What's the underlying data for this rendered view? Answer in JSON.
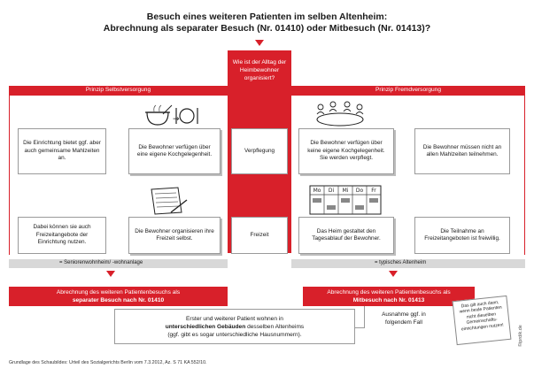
{
  "header": {
    "title_line1": "Besuch eines weiteren Patienten im selben Altenheim:",
    "title_line2": "Abrechnung als separater Besuch (Nr. 01410) oder Mitbesuch (Nr. 01413)?"
  },
  "center": {
    "question": "Wie ist der Alltag der Heimbewohner organisiert?",
    "row1": "Verpflegung",
    "row2": "Freizeit"
  },
  "left": {
    "header": "Prinzip Selbstversorgung",
    "outer1": "Die Einrichtung bietet ggf. aber auch gemeinsame Mahlzeiten an.",
    "inner1": "Die Bewohner verfügen über eine eigene Kochgelegenheit.",
    "outer2": "Dabei können sie auch Freizeitangebote der Einrichtung nutzen.",
    "inner2": "Die Bewohner organisieren ihre Freizeit selbst.",
    "band": "= Seniorenwohnheim/ -wohnanlage",
    "result_line1": "Abrechnung des weiteren Patientenbesuchs als",
    "result_line2": "separater Besuch nach Nr. 01410"
  },
  "right": {
    "header": "Prinzip Fremdversorgung",
    "inner1": "Die Bewohner verfügen über keine eigene Kochgelegenheit. Sie werden verpflegt.",
    "outer1": "Die Bewohner müssen nicht an allen Mahlzeiten teilnehmen.",
    "inner2": "Das Heim gestaltet den Tagesablauf der Bewohner.",
    "outer2": "Die Teilnahme an Freizeitangeboten ist freiwillig.",
    "band": "= typisches Altenheim",
    "result_line1": "Abrechnung des weiteren Patientenbesuchs als",
    "result_line2": "Mitbesuch nach Nr. 01413"
  },
  "exception": {
    "box_line1": "Erster und weiterer Patient wohnen in",
    "box_line2_bold": "unterschiedlichen Gebäuden",
    "box_line2_rest": " desselben Altenheims",
    "box_line3": "(ggf. gibt es sogar unterschiedliche Hausnummern).",
    "label": "Ausnahme ggf. in folgendem Fall",
    "note": "Das gilt auch dann, wenn beide Patienten nicht dieselben Gemeinschafts-einrichtungen nutzen!"
  },
  "calendar": {
    "days": [
      "Mo",
      "Di",
      "Mi",
      "Do",
      "Fr"
    ]
  },
  "credit": "©iprdik.de",
  "footer": "Grundlage des Schaubildes: Urteil des Sozialgerichts Berlin vom 7.3.2012, Az. S 71 KA 552/10.",
  "colors": {
    "accent": "#d8202a",
    "band": "#d8d8d8",
    "border": "#9a9a9a"
  },
  "icons": [
    "cooking-pot-icon",
    "plate-cutlery-icon",
    "planner-pen-icon",
    "dining-table-icon",
    "weekly-schedule-icon"
  ]
}
